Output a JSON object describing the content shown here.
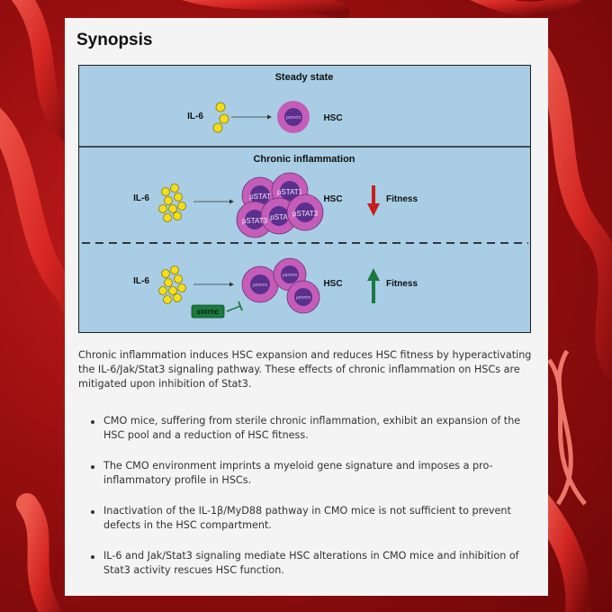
{
  "page": {
    "title": "Synopsis"
  },
  "figure": {
    "panel_top": {
      "title": "Steady state",
      "ligand": "IL-6",
      "cell_type": "HSC",
      "cell_marker": "pSTAT3"
    },
    "panel_middle": {
      "title": "Chronic inflammation",
      "ligand": "IL-6",
      "cell_type": "HSC",
      "cell_markers": [
        "pSTAT",
        "pSTAT1",
        "pSTAT3",
        "pSTA",
        "pSTAT3"
      ],
      "effect_label": "Fitness",
      "effect_direction": "down"
    },
    "panel_bottom": {
      "ligand": "IL-6",
      "cell_type": "HSC",
      "cell_marker": "pSTAT3",
      "effect_label": "Fitness",
      "effect_direction": "up",
      "inhibitor": "STATTIC"
    },
    "colors": {
      "panel_bg": "#a9cde4",
      "cell_outer": "#c55db8",
      "cell_inner": "#5b2f8e",
      "ligand": "#f2de1c",
      "arrow_down": "#c81d1d",
      "arrow_up": "#1b7a3e",
      "inhibitor": "#1b7a3e"
    }
  },
  "text": {
    "intro": "Chronic inflammation induces HSC expansion and reduces HSC fitness by hyperactivating the IL-6/Jak/Stat3 signaling pathway. These effects of chronic inflammation on HSCs are mitigated upon inhibition of Stat3.",
    "bullets": [
      "CMO mice, suffering from sterile chronic inflammation, exhibit an expansion of the HSC pool and a reduction of HSC fitness.",
      "The CMO environment imprints a myeloid gene signature and imposes a pro-inflammatory profile in HSCs.",
      "Inactivation of the IL-1β/MyD88 pathway in CMO mice is not sufficient to prevent defects in the HSC compartment.",
      "IL-6 and Jak/Stat3 signaling mediate HSC alterations in CMO mice and inhibition of Stat3 activity rescues HSC function."
    ]
  }
}
